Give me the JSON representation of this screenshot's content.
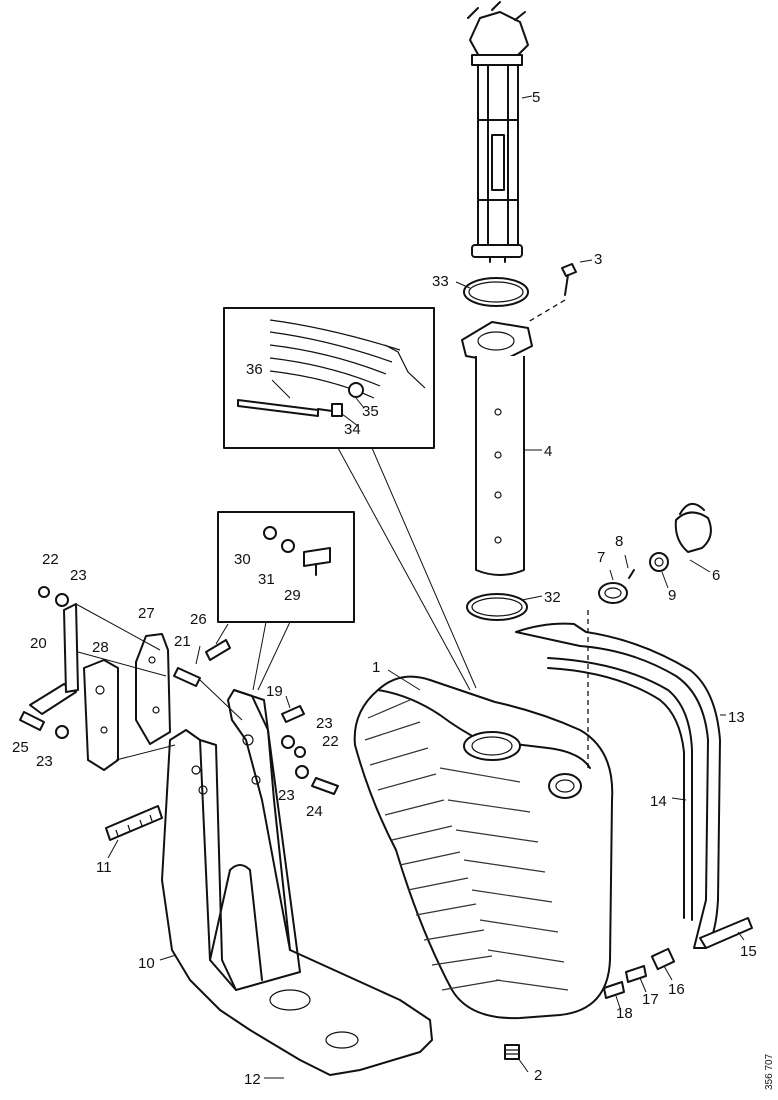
{
  "document_id": "356 707",
  "callouts": {
    "c1": "1",
    "c2": "2",
    "c3": "3",
    "c4": "4",
    "c5": "5",
    "c6": "6",
    "c7": "7",
    "c8": "8",
    "c9": "9",
    "c10": "10",
    "c11": "11",
    "c12": "12",
    "c13": "13",
    "c14": "14",
    "c15": "15",
    "c16": "16",
    "c17": "17",
    "c18": "18",
    "c19": "19",
    "c20": "20",
    "c21": "21",
    "c22a": "22",
    "c22b": "22",
    "c23a": "23",
    "c23b": "23",
    "c23c": "23",
    "c23d": "23",
    "c24": "24",
    "c25": "25",
    "c26": "26",
    "c27": "27",
    "c28": "28",
    "c29": "29",
    "c30": "30",
    "c31": "31",
    "c32": "32",
    "c33": "33",
    "c34": "34",
    "c35": "35",
    "c36": "36"
  }
}
